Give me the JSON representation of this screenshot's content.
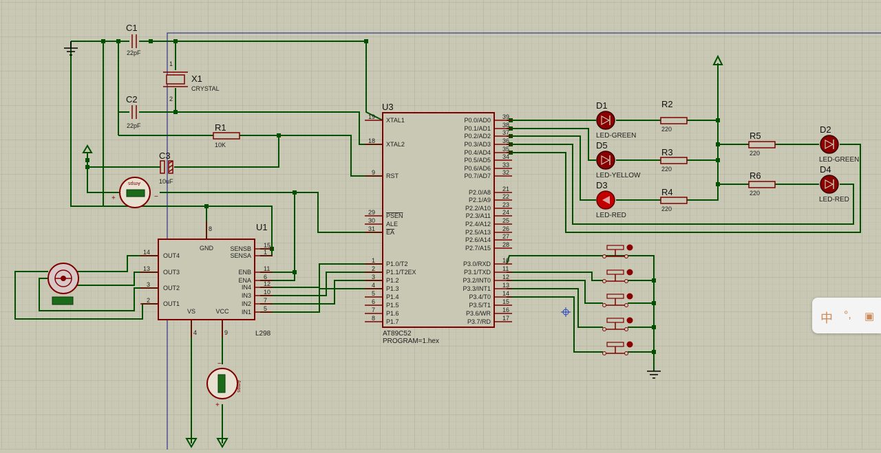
{
  "components": {
    "u3": {
      "ref": "U3",
      "part": "AT89C52",
      "program": "PROGRAM=1.hex"
    },
    "u1": {
      "ref": "U1",
      "part": "L298"
    },
    "x1": {
      "ref": "X1",
      "value": "CRYSTAL"
    },
    "c1": {
      "ref": "C1",
      "value": "22pF"
    },
    "c2": {
      "ref": "C2",
      "value": "22pF"
    },
    "c3": {
      "ref": "C3",
      "value": "10uF"
    },
    "r1": {
      "ref": "R1",
      "value": "10K"
    },
    "r2": {
      "ref": "R2",
      "value": "220"
    },
    "r3": {
      "ref": "R3",
      "value": "220"
    },
    "r4": {
      "ref": "R4",
      "value": "220"
    },
    "r5": {
      "ref": "R5",
      "value": "220"
    },
    "r6": {
      "ref": "R6",
      "value": "220"
    },
    "d1": {
      "ref": "D1",
      "value": "LED-GREEN"
    },
    "d2": {
      "ref": "D2",
      "value": "LED-GREEN"
    },
    "d3": {
      "ref": "D3",
      "value": "LED-RED"
    },
    "d4": {
      "ref": "D4",
      "value": "LED-RED"
    },
    "d5": {
      "ref": "D5",
      "value": "LED-YELLOW"
    },
    "ammeter_label": "Amps"
  },
  "u3_pins": {
    "left": [
      {
        "num": "19",
        "name": "XTAL1"
      },
      {
        "num": "18",
        "name": "XTAL2"
      },
      {
        "num": "9",
        "name": "RST"
      },
      {
        "num": "29",
        "name": "PSEN"
      },
      {
        "num": "30",
        "name": "ALE"
      },
      {
        "num": "31",
        "name": "EA"
      },
      {
        "num": "1",
        "name": "P1.0/T2"
      },
      {
        "num": "2",
        "name": "P1.1/T2EX"
      },
      {
        "num": "3",
        "name": "P1.2"
      },
      {
        "num": "4",
        "name": "P1.3"
      },
      {
        "num": "5",
        "name": "P1.4"
      },
      {
        "num": "6",
        "name": "P1.5"
      },
      {
        "num": "7",
        "name": "P1.6"
      },
      {
        "num": "8",
        "name": "P1.7"
      }
    ],
    "right": [
      {
        "num": "39",
        "name": "P0.0/AD0"
      },
      {
        "num": "38",
        "name": "P0.1/AD1"
      },
      {
        "num": "37",
        "name": "P0.2/AD2"
      },
      {
        "num": "36",
        "name": "P0.3/AD3"
      },
      {
        "num": "35",
        "name": "P0.4/AD4"
      },
      {
        "num": "34",
        "name": "P0.5/AD5"
      },
      {
        "num": "33",
        "name": "P0.6/AD6"
      },
      {
        "num": "32",
        "name": "P0.7/AD7"
      },
      {
        "num": "21",
        "name": "P2.0/A8"
      },
      {
        "num": "22",
        "name": "P2.1/A9"
      },
      {
        "num": "23",
        "name": "P2.2/A10"
      },
      {
        "num": "24",
        "name": "P2.3/A11"
      },
      {
        "num": "25",
        "name": "P2.4/A12"
      },
      {
        "num": "26",
        "name": "P2.5/A13"
      },
      {
        "num": "27",
        "name": "P2.6/A14"
      },
      {
        "num": "28",
        "name": "P2.7/A15"
      },
      {
        "num": "10",
        "name": "P3.0/RXD"
      },
      {
        "num": "11",
        "name": "P3.1/TXD"
      },
      {
        "num": "12",
        "name": "P3.2/INT0"
      },
      {
        "num": "13",
        "name": "P3.3/INT1"
      },
      {
        "num": "14",
        "name": "P3.4/T0"
      },
      {
        "num": "15",
        "name": "P3.5/T1"
      },
      {
        "num": "16",
        "name": "P3.6/WR"
      },
      {
        "num": "17",
        "name": "P3.7/RD"
      }
    ]
  },
  "u1_pins": {
    "left": [
      {
        "num": "14",
        "name": "OUT4"
      },
      {
        "num": "13",
        "name": "OUT3"
      },
      {
        "num": "3",
        "name": "OUT2"
      },
      {
        "num": "2",
        "name": "OUT1"
      }
    ],
    "right": [
      {
        "num": "15",
        "name": "SENSB"
      },
      {
        "num": "1",
        "name": "SENSA"
      },
      {
        "num": "11",
        "name": "ENB"
      },
      {
        "num": "6",
        "name": "ENA"
      },
      {
        "num": "12",
        "name": "IN4"
      },
      {
        "num": "10",
        "name": "IN3"
      },
      {
        "num": "7",
        "name": "IN2"
      },
      {
        "num": "5",
        "name": "IN1"
      }
    ],
    "top": [
      {
        "num": "8",
        "name": "GND"
      }
    ],
    "bottom": [
      {
        "num": "4",
        "name": "VS"
      },
      {
        "num": "9",
        "name": "VCC"
      }
    ]
  },
  "x1_pins": [
    "1",
    "2"
  ],
  "ime_toolbar": {
    "mode": "中",
    "punct": "°,",
    "skin_icon": "shirt-icon"
  },
  "colors": {
    "background": "#c8c8b4",
    "wire": "#005000",
    "component": "#800000",
    "led_fill": "#8a0000"
  }
}
